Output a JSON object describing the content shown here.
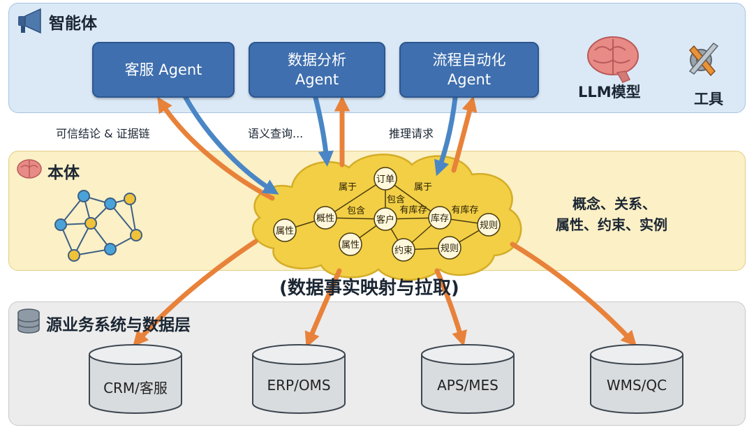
{
  "layers": {
    "agents": {
      "title": "智能体",
      "agent1": {
        "line1": "客服",
        "line2": "Agent"
      },
      "agent2": {
        "line1": "数据分析",
        "line2": "Agent"
      },
      "agent3": {
        "line1": "流程自动化",
        "line2": "Agent"
      },
      "llm_label": "LLM模型",
      "tools_label": "工具"
    },
    "ontology": {
      "title": "本体",
      "description_line1": "概念、关系、",
      "description_line2": "属性、约束、实例",
      "graph": {
        "nodes": {
          "order": "订单",
          "customer": "客户",
          "inventory": "库存",
          "concept": "概性",
          "attr_left": "属性",
          "attr_mid": "属性",
          "constraint": "约束",
          "rule_a": "规则",
          "rule_b": "规则"
        },
        "edges": {
          "belongs_left": "属于",
          "belongs_right": "属于",
          "contains_top": "包含",
          "contains_mid": "包含",
          "has_inventory_a": "有库存",
          "has_inventory_b": "有库存"
        }
      }
    },
    "data": {
      "title": "源业务系统与数据层",
      "systems": [
        "CRM/客服",
        "ERP/OMS",
        "APS/MES",
        "WMS/QC"
      ]
    }
  },
  "flow_labels": {
    "conclusion": "可信结论 & 证据链",
    "semantic_query": "语义查询...",
    "reasoning_request": "推理请求",
    "mapping": "(数据事实映射与拉取)"
  },
  "colors": {
    "agent_blue": "#3f6fae",
    "arrow_orange": "#e8823a",
    "arrow_blue": "#4a86c5",
    "cloud_yellow": "#f2cf45"
  }
}
